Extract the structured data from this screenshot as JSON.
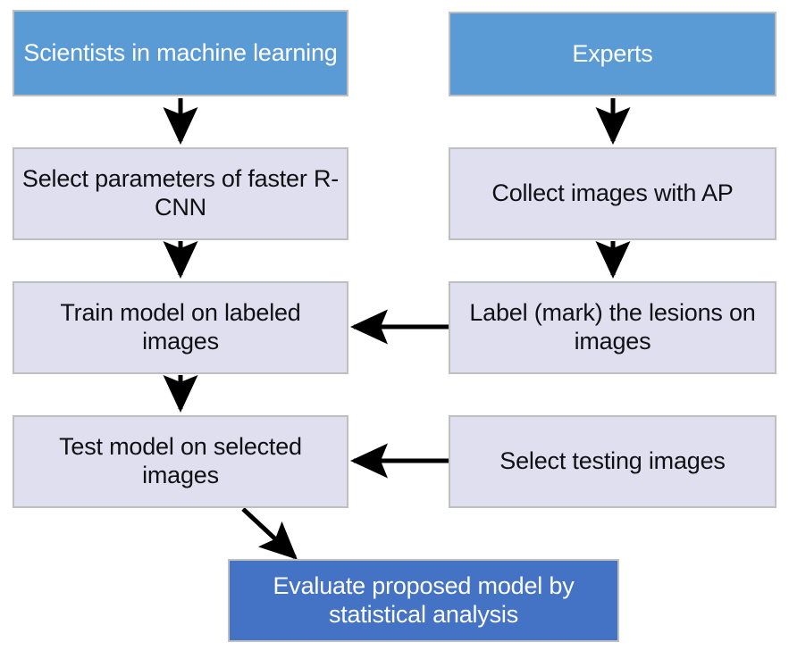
{
  "diagram": {
    "title": "Faster R-CNN study workflow flowchart",
    "colors": {
      "actor_box": "#5B9BD5",
      "process_box": "#DFDFEF",
      "result_box": "#4472C4",
      "box_border": "#BFBFBF",
      "arrow": "#000000",
      "text_on_blue": "#FFFFFF",
      "text_on_lavender": "#101014",
      "background": "#FFFFFF"
    },
    "nodes": [
      {
        "id": "scientists",
        "label": "Scientists in machine learning",
        "style": "actor",
        "column": "left",
        "row": 1
      },
      {
        "id": "experts",
        "label": "Experts",
        "style": "actor",
        "column": "right",
        "row": 1
      },
      {
        "id": "select-parameters",
        "label": "Select parameters of faster R-CNN",
        "style": "process",
        "column": "left",
        "row": 2
      },
      {
        "id": "collect-images",
        "label": "Collect images with AP",
        "style": "process",
        "column": "right",
        "row": 2
      },
      {
        "id": "train-model",
        "label": "Train model on labeled images",
        "style": "process",
        "column": "left",
        "row": 3
      },
      {
        "id": "label-lesions",
        "label": "Label (mark) the lesions on images",
        "style": "process",
        "column": "right",
        "row": 3
      },
      {
        "id": "test-model",
        "label": "Test model on selected images",
        "style": "process",
        "column": "left",
        "row": 4
      },
      {
        "id": "select-testing-images",
        "label": "Select testing images",
        "style": "process",
        "column": "right",
        "row": 4
      },
      {
        "id": "evaluate-model",
        "label": "Evaluate proposed model by statistical analysis",
        "style": "result",
        "column": "center",
        "row": 5
      }
    ],
    "edges": [
      {
        "id": "e1",
        "from": "scientists",
        "to": "select-parameters",
        "direction": "down"
      },
      {
        "id": "e2",
        "from": "experts",
        "to": "collect-images",
        "direction": "down"
      },
      {
        "id": "e3",
        "from": "select-parameters",
        "to": "train-model",
        "direction": "down"
      },
      {
        "id": "e4",
        "from": "collect-images",
        "to": "label-lesions",
        "direction": "down"
      },
      {
        "id": "e5",
        "from": "label-lesions",
        "to": "train-model",
        "direction": "left"
      },
      {
        "id": "e6",
        "from": "train-model",
        "to": "test-model",
        "direction": "down"
      },
      {
        "id": "e7",
        "from": "select-testing-images",
        "to": "test-model",
        "direction": "left"
      },
      {
        "id": "e8",
        "from": "test-model",
        "to": "evaluate-model",
        "direction": "diagonal-down-right"
      }
    ]
  }
}
